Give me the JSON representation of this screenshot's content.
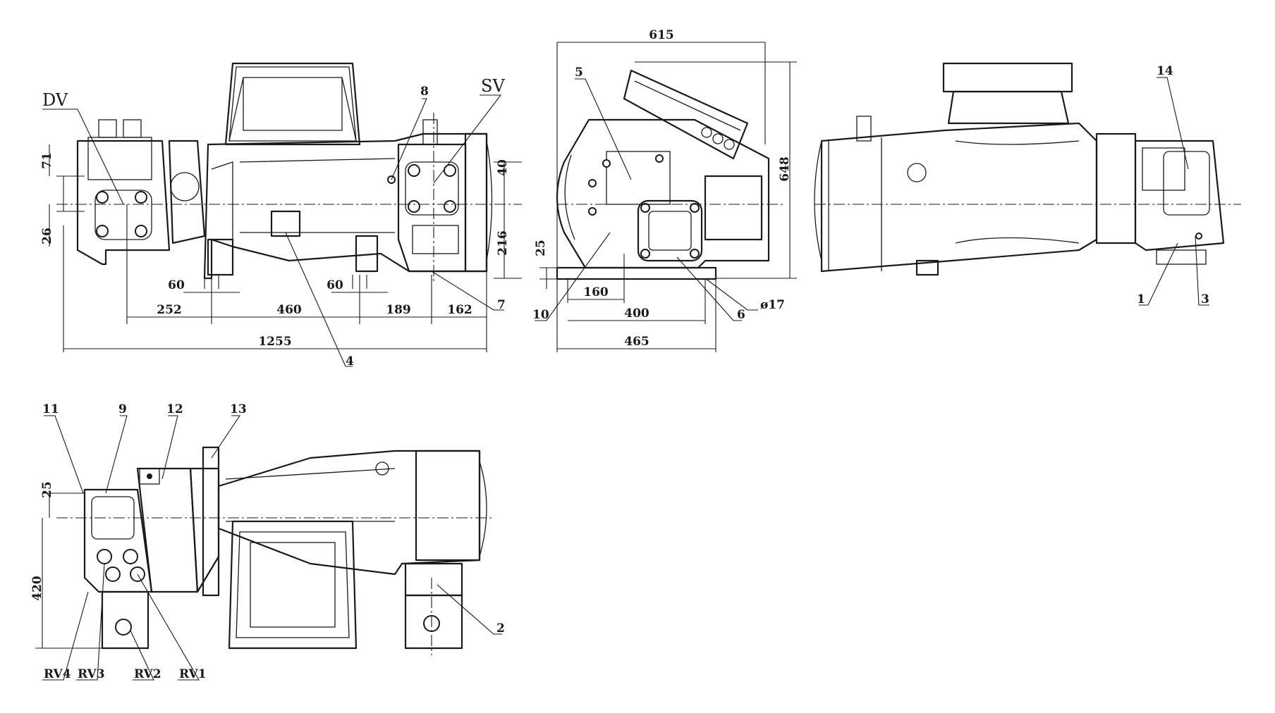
{
  "front_view": {
    "labels": {
      "dv": "DV",
      "sv": "SV",
      "p8": "8",
      "p7": "7",
      "p4": "4"
    },
    "dims": {
      "d71": "71",
      "d26": "26",
      "d40": "40",
      "d216": "216",
      "d60a": "60",
      "d60b": "60",
      "d252": "252",
      "d460": "460",
      "d189": "189",
      "d162": "162",
      "d1255": "1255"
    }
  },
  "side_view": {
    "labels": {
      "p5": "5",
      "p10": "10",
      "p6": "6",
      "hole": "ø17"
    },
    "dims": {
      "d615": "615",
      "d648": "648",
      "d25": "25",
      "d160": "160",
      "d400": "400",
      "d465": "465"
    }
  },
  "rear_view": {
    "labels": {
      "p14": "14",
      "p1": "1",
      "p3": "3"
    }
  },
  "top_view": {
    "labels": {
      "p11": "11",
      "p9": "9",
      "p12": "12",
      "p13": "13",
      "p2": "2",
      "rv4": "RV4",
      "rv3": "RV3",
      "rv2": "RV2",
      "rv1": "RV1"
    },
    "dims": {
      "d25": "25",
      "d420": "420"
    }
  }
}
